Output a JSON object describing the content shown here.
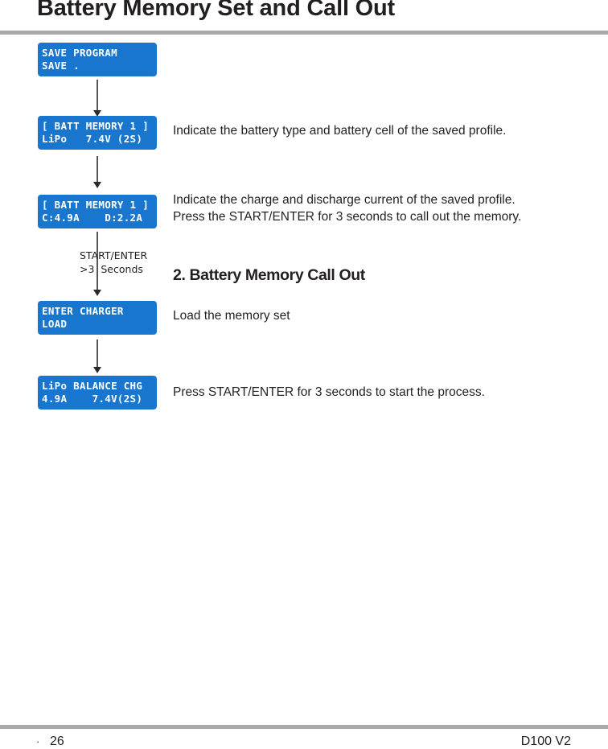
{
  "header": {
    "title": "Battery Memory Set and Call Out"
  },
  "lcd_screens": [
    {
      "line1": "SAVE PROGRAM",
      "line2": "SAVE ."
    },
    {
      "line1": "[ BATT MEMORY 1 ]",
      "line2": "LiPo   7.4V (2S)"
    },
    {
      "line1": "[ BATT MEMORY 1 ]",
      "line2": "C:4.9A    D:2.2A"
    },
    {
      "line1": "ENTER CHARGER",
      "line2": "LOAD"
    },
    {
      "line1": "LiPo BALANCE CHG",
      "line2": "4.9A    7.4V(2S)"
    }
  ],
  "arrow_note": {
    "line1": "START/ENTER",
    "line2": ">3  Seconds"
  },
  "descriptions": {
    "battery_type": "Indicate the battery type and battery cell of the saved profile.",
    "current_line1": "Indicate the charge and discharge current of the saved profile.",
    "current_line2": "Press the START/ENTER for 3 seconds to call out the memory.",
    "load": "Load the memory set",
    "start": "Press START/ENTER for 3 seconds to start the process."
  },
  "section": {
    "heading": "2. Battery Memory Call Out"
  },
  "footer": {
    "dot": "·",
    "page_number": "26",
    "model": "D100 V2"
  },
  "colors": {
    "lcd_background": "#1976cf",
    "rule": "#a7a9ac",
    "text": "#231f20"
  }
}
